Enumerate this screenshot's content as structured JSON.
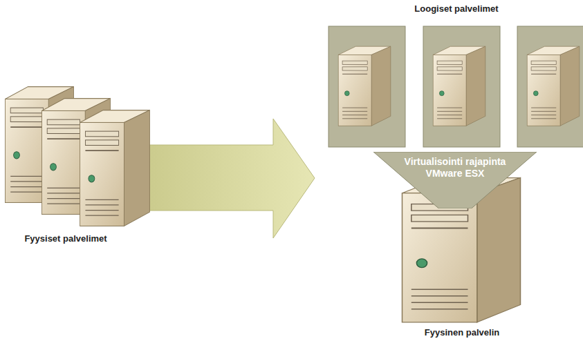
{
  "diagram": {
    "nodes": [
      {
        "text": [
          "Virtualisointi rajapinta VMware ESX"
        ]
      }
    ],
    "labels": [
      "Loogiset palvelimet",
      "Fyysiset palvelimet",
      "Fyysinen palvelin"
    ]
  }
}
